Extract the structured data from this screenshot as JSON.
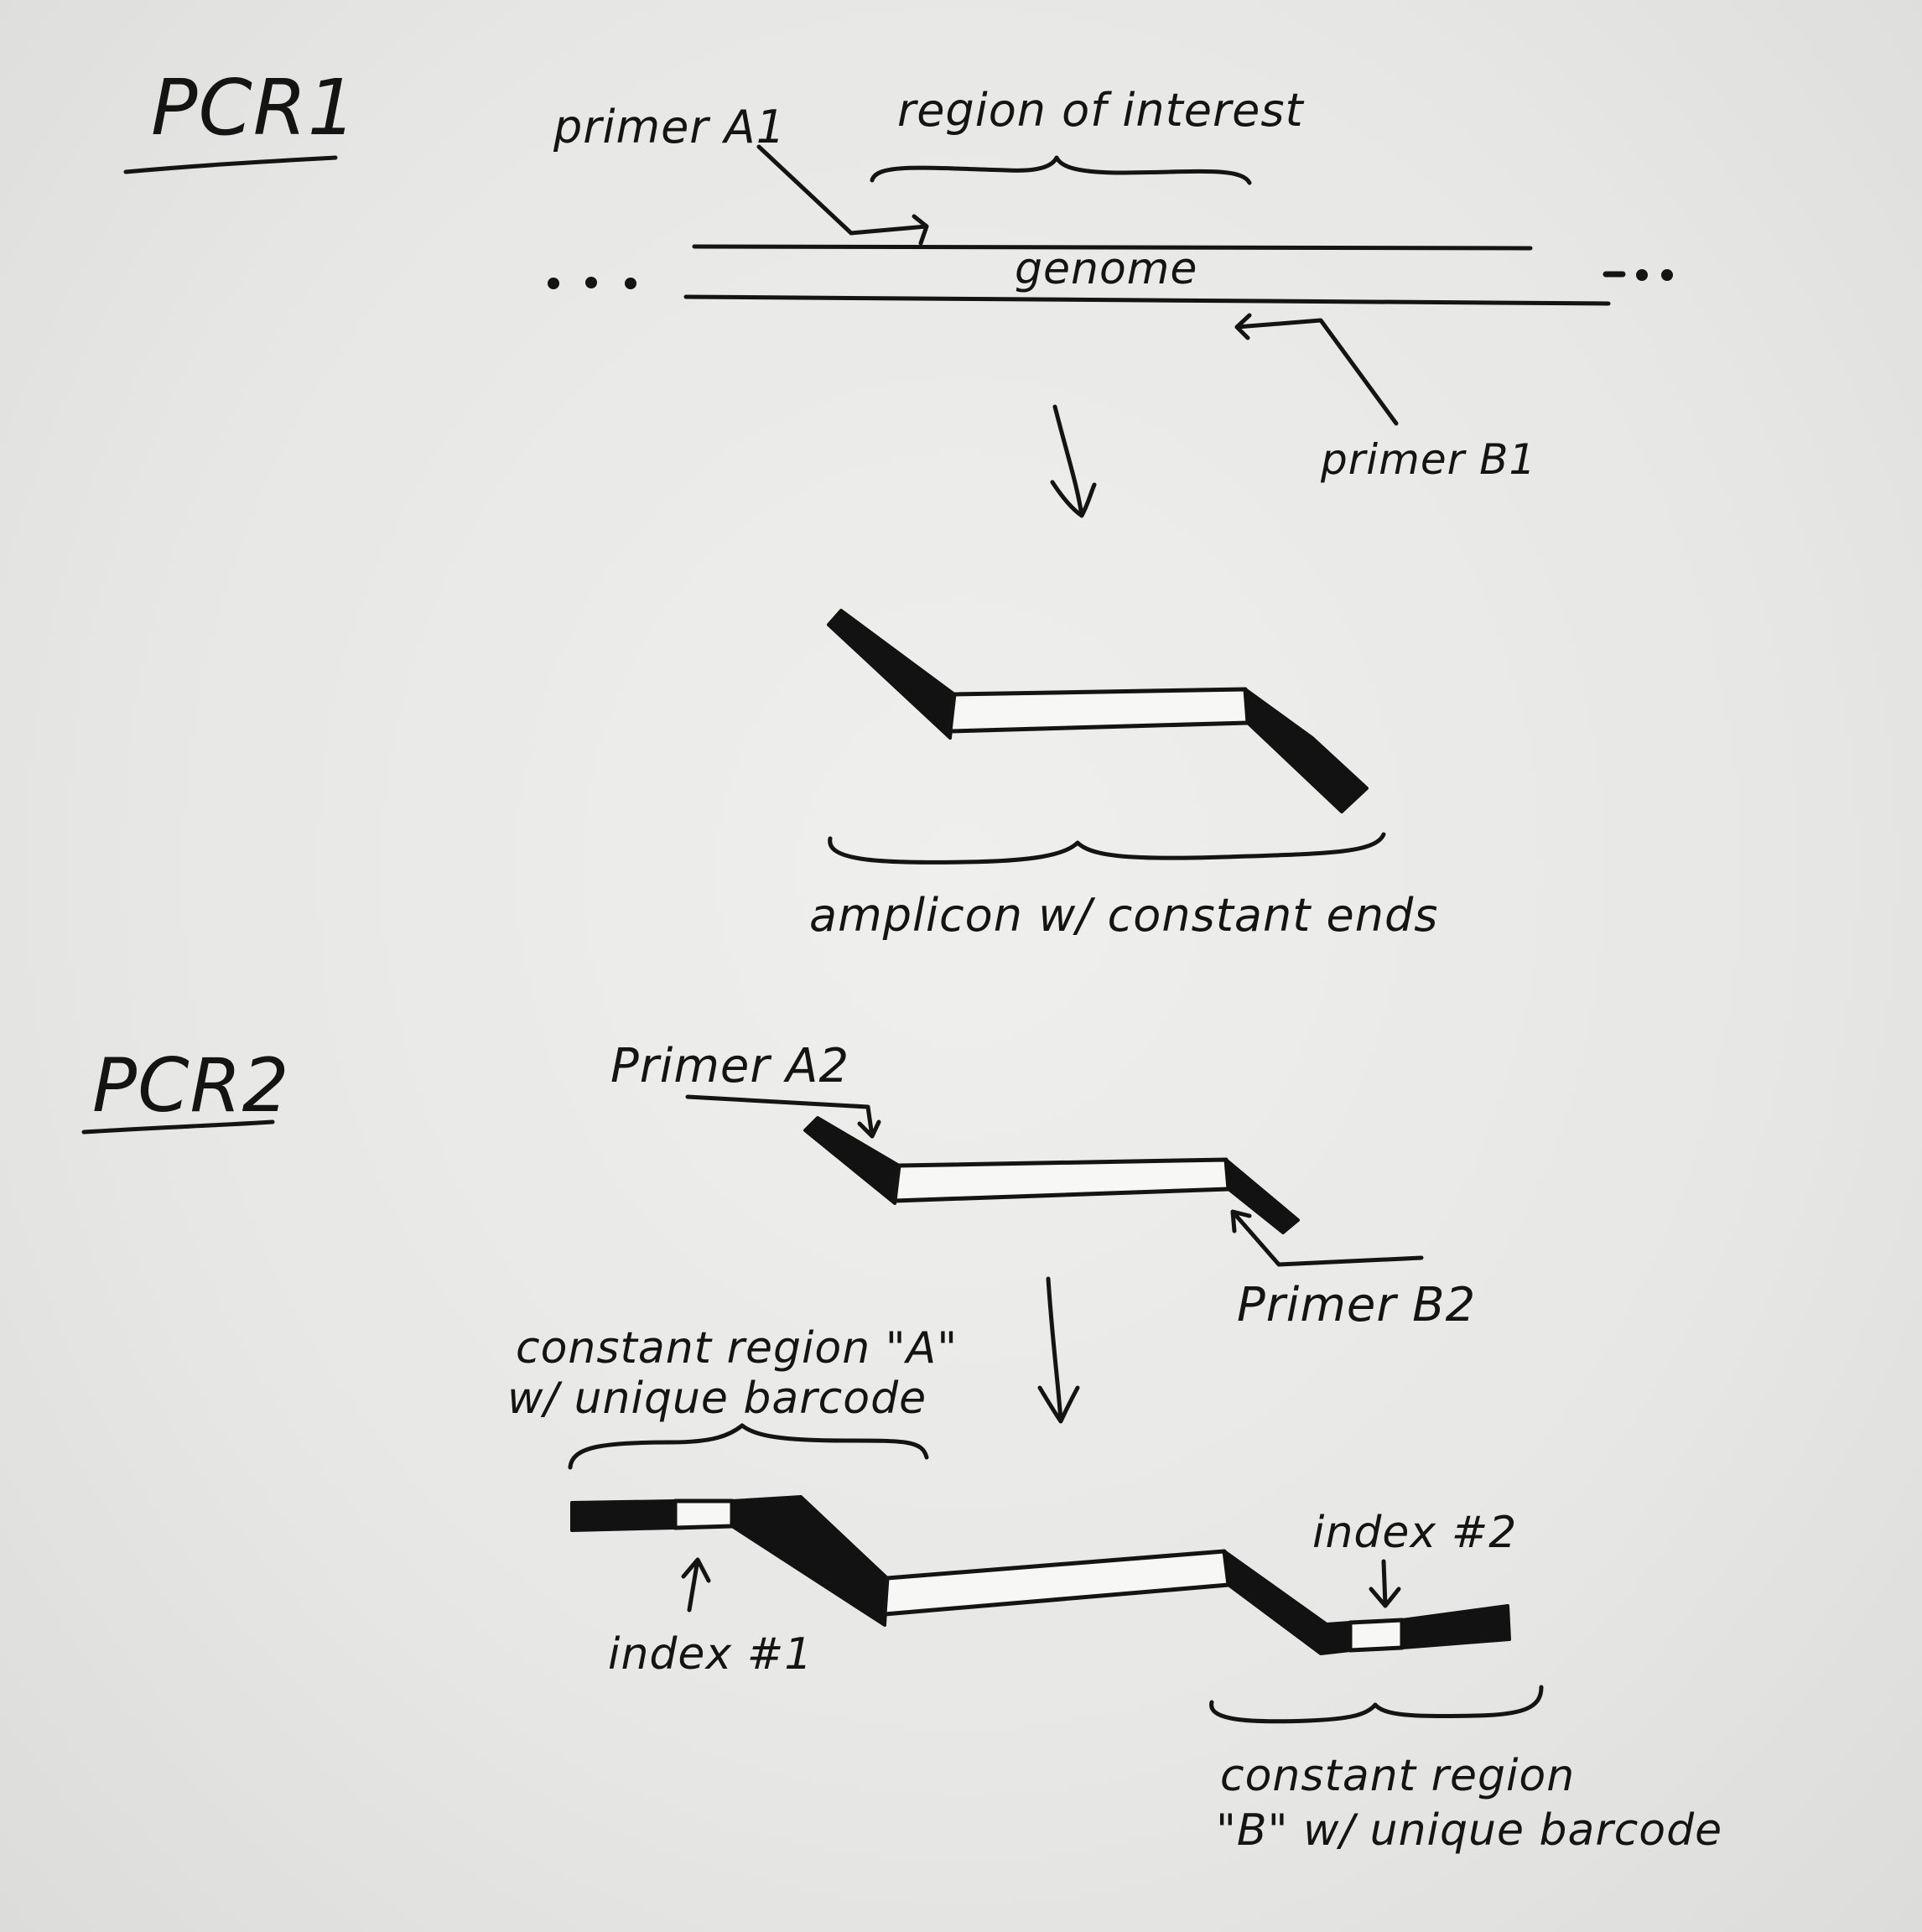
{
  "pcr1": {
    "title": "PCR1",
    "primer_a1": "primer A1",
    "region_of_interest": "region of interest",
    "genome": "genome",
    "primer_b1": "primer B1",
    "amplicon_label": "amplicon w/ constant ends"
  },
  "pcr2": {
    "title": "PCR2",
    "primer_a2": "Primer A2",
    "primer_b2": "Primer B2",
    "constant_a_line1": "constant region \"A\"",
    "constant_a_line2": "w/ unique barcode",
    "index1": "index #1",
    "index2": "index #2",
    "constant_b_line1": "constant region",
    "constant_b_line2": "\"B\" w/ unique barcode"
  },
  "colors": {
    "ink": "#141414",
    "paper": "#e9e9e7"
  }
}
